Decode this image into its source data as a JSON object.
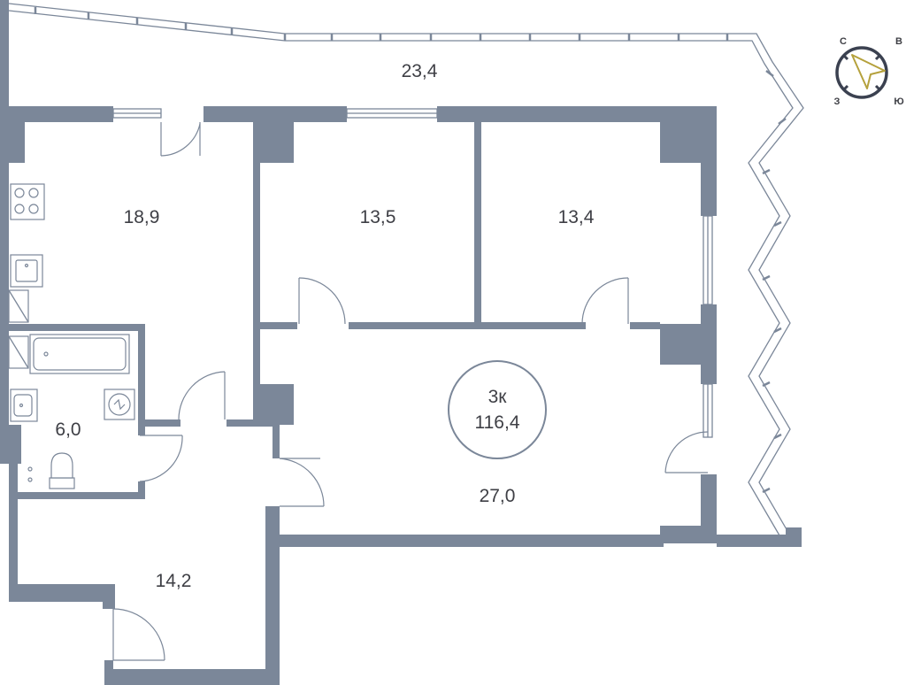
{
  "apartment": {
    "rooms": "3к",
    "total_area": "116,4"
  },
  "rooms": [
    {
      "id": "balcony",
      "area": "23,4"
    },
    {
      "id": "kitchen",
      "area": "18,9"
    },
    {
      "id": "bedroom-middle",
      "area": "13,5"
    },
    {
      "id": "bedroom-right",
      "area": "13,4"
    },
    {
      "id": "bathroom",
      "area": "6,0"
    },
    {
      "id": "hall",
      "area": "27,0"
    },
    {
      "id": "entrance",
      "area": "14,2"
    }
  ],
  "compass": {
    "north": "С",
    "east": "В",
    "south": "Ю",
    "west": "З",
    "accent_color": "#b5a13c",
    "ring_color": "#3b4150"
  },
  "colors": {
    "wall": "#7b8799",
    "text": "#3e3f45",
    "badge_ring": "#7b8799"
  }
}
